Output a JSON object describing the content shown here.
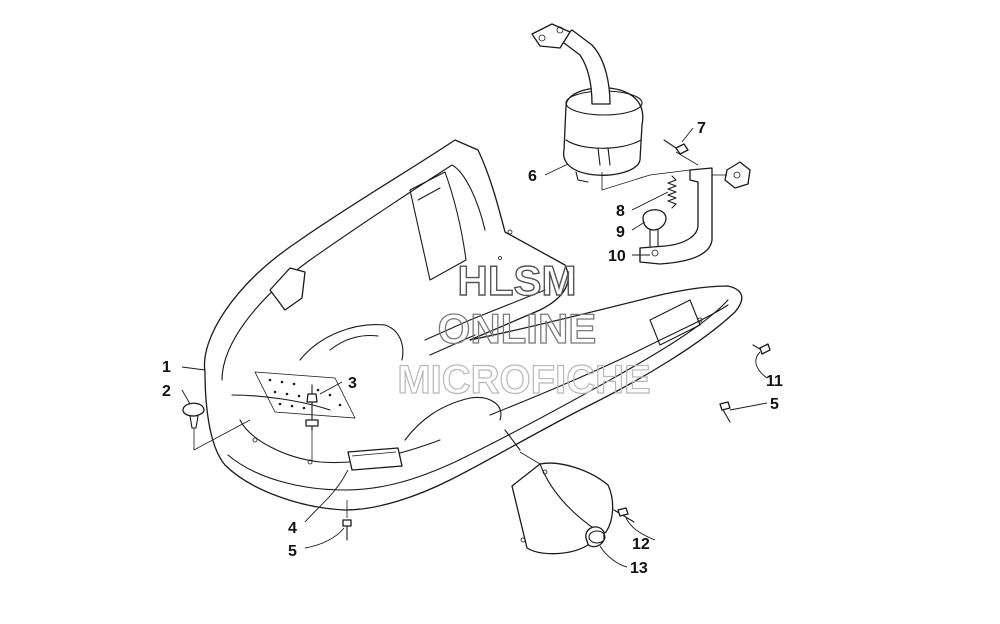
{
  "watermark": {
    "line1": "HLSM",
    "line2": "ONLINE",
    "line3": "MICROFICHE",
    "color": "#555555",
    "faint_color": "#b8b8b8"
  },
  "callouts": {
    "c1": "1",
    "c2": "2",
    "c3": "3",
    "c4": "4",
    "c5a": "5",
    "c5b": "5",
    "c6": "6",
    "c7": "7",
    "c8": "8",
    "c9": "9",
    "c10": "10",
    "c11": "11",
    "c12": "12",
    "c13": "13"
  },
  "colors": {
    "ink": "#1a1a1a",
    "paper": "#ffffff"
  }
}
